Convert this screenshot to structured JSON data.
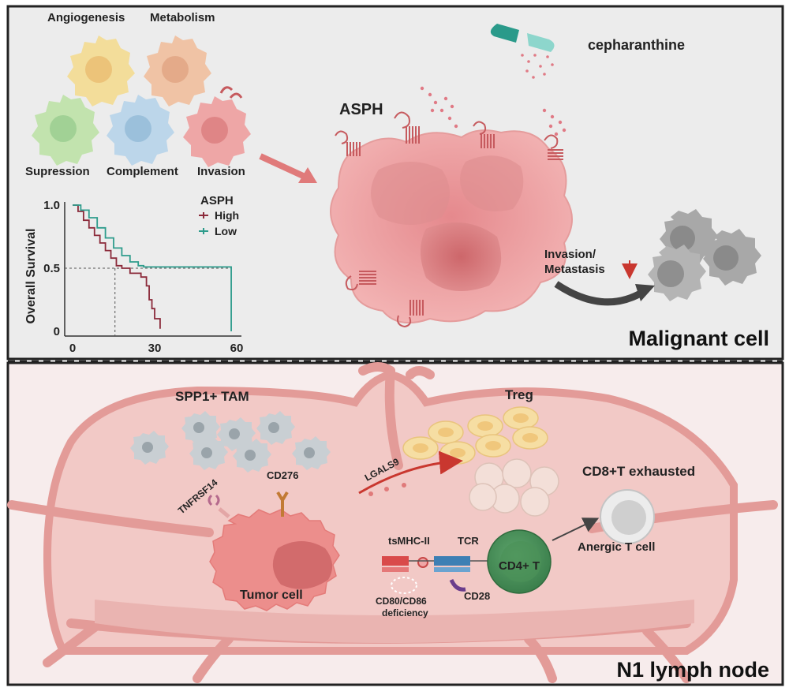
{
  "top_panel": {
    "phenotypes": [
      "Angiogenesis",
      "Metabolism",
      "Supression",
      "Complement",
      "Invasion"
    ],
    "drug": "cepharanthine",
    "protein": "ASPH",
    "effect": {
      "line1": "Invasion/",
      "line2": "Metastasis"
    },
    "title": "Malignant cell"
  },
  "survival_chart": {
    "chart_data": {
      "type": "line",
      "ylabel": "Overall Survival",
      "xlabel": "",
      "legend_title": "ASPH",
      "x_ticks": [
        "0",
        "30",
        "60"
      ],
      "y_ticks": [
        "1.0",
        "0.5",
        "0"
      ],
      "xlim": [
        0,
        60
      ],
      "ylim": [
        0,
        1
      ],
      "legend_position": "top-right",
      "series": [
        {
          "name": "High",
          "color": "#8b2a3a",
          "points": [
            [
              0,
              1.0
            ],
            [
              2,
              0.95
            ],
            [
              4,
              0.88
            ],
            [
              6,
              0.82
            ],
            [
              8,
              0.76
            ],
            [
              10,
              0.7
            ],
            [
              12,
              0.64
            ],
            [
              14,
              0.58
            ],
            [
              16,
              0.52
            ],
            [
              18,
              0.5
            ],
            [
              21,
              0.46
            ],
            [
              25,
              0.43
            ],
            [
              27,
              0.36
            ],
            [
              28,
              0.25
            ],
            [
              29,
              0.18
            ],
            [
              30,
              0.1
            ],
            [
              32,
              0.02
            ]
          ]
        },
        {
          "name": "Low",
          "color": "#2e9c8c",
          "points": [
            [
              0,
              1.0
            ],
            [
              3,
              0.96
            ],
            [
              6,
              0.9
            ],
            [
              9,
              0.82
            ],
            [
              12,
              0.74
            ],
            [
              15,
              0.66
            ],
            [
              18,
              0.6
            ],
            [
              21,
              0.55
            ],
            [
              24,
              0.52
            ],
            [
              26,
              0.51
            ],
            [
              30,
              0.51
            ],
            [
              58,
              0.51
            ],
            [
              58,
              0.0
            ]
          ]
        }
      ],
      "reference_lines": {
        "y": 0.5,
        "median_high": 15.5
      }
    }
  },
  "bottom_panel": {
    "title": "N1 lymph node",
    "cells": {
      "tam": "SPP1+ TAM",
      "treg": "Treg",
      "cd8": "CD8+T exhausted",
      "anergic": "Anergic  T cell",
      "tumor": "Tumor cell",
      "cd4": "CD4+ T"
    },
    "molecules": {
      "tnfrsf14": "TNFRSF14",
      "cd276": "CD276",
      "lgals9": "LGALS9",
      "tsmhc": "tsMHC-II",
      "tcr": "TCR",
      "cd28": "CD28",
      "cd80_line1": "CD80/CD86",
      "cd80_line2": "deficiency"
    }
  }
}
